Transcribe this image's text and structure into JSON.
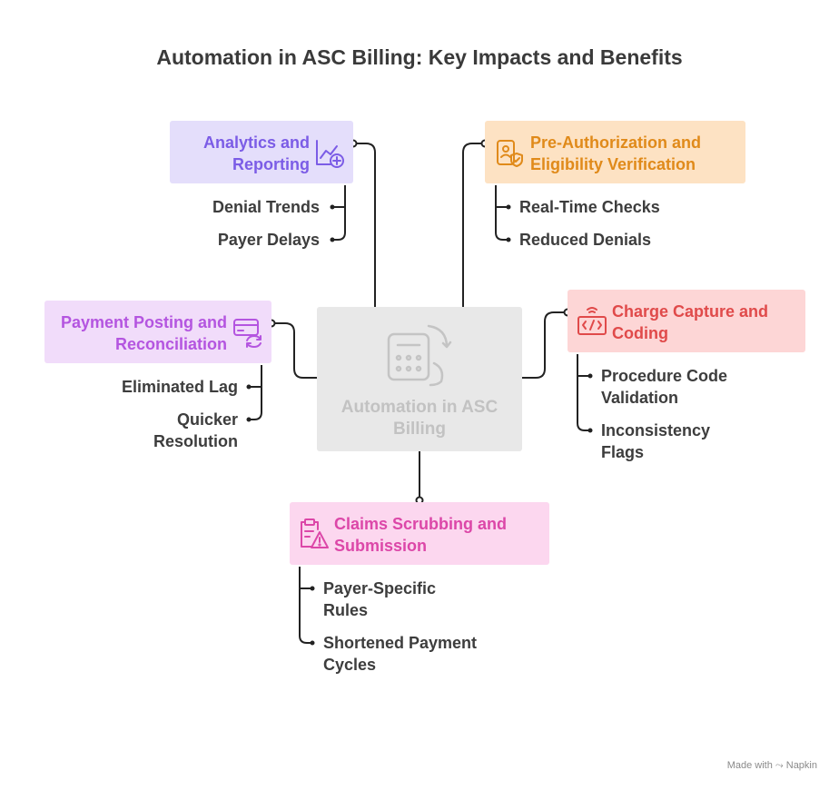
{
  "title": "Automation in ASC Billing: Key Impacts and Benefits",
  "center": {
    "label": "Automation in ASC Billing",
    "icon": "calendar-refresh-icon"
  },
  "branches": {
    "analytics": {
      "title": "Analytics and Reporting",
      "icon": "chart-plus-icon",
      "color": "#7b5ce6",
      "bg": "#e4defb",
      "items": [
        "Denial Trends",
        "Payer Delays"
      ]
    },
    "preauth": {
      "title": "Pre-Authorization and Eligibility Verification",
      "icon": "id-card-shield-icon",
      "color": "#e08a1a",
      "bg": "#fde2c3",
      "items": [
        "Real-Time Checks",
        "Reduced Denials"
      ]
    },
    "payment": {
      "title": "Payment Posting and Reconciliation",
      "icon": "card-sync-icon",
      "color": "#b455e0",
      "bg": "#f1dcfa",
      "items": [
        "Eliminated Lag",
        "Quicker Resolution"
      ]
    },
    "charge": {
      "title": "Charge Capture and Coding",
      "icon": "code-scan-icon",
      "color": "#e04a4a",
      "bg": "#fdd6d6",
      "items": [
        "Procedure Code Validation",
        "Inconsistency Flags"
      ]
    },
    "claims": {
      "title": "Claims Scrubbing and Submission",
      "icon": "clipboard-warning-icon",
      "color": "#dc47a8",
      "bg": "#fcd7ef",
      "items": [
        "Payer-Specific Rules",
        "Shortened Payment Cycles"
      ]
    }
  },
  "footer": "Made with ⤳ Napkin"
}
